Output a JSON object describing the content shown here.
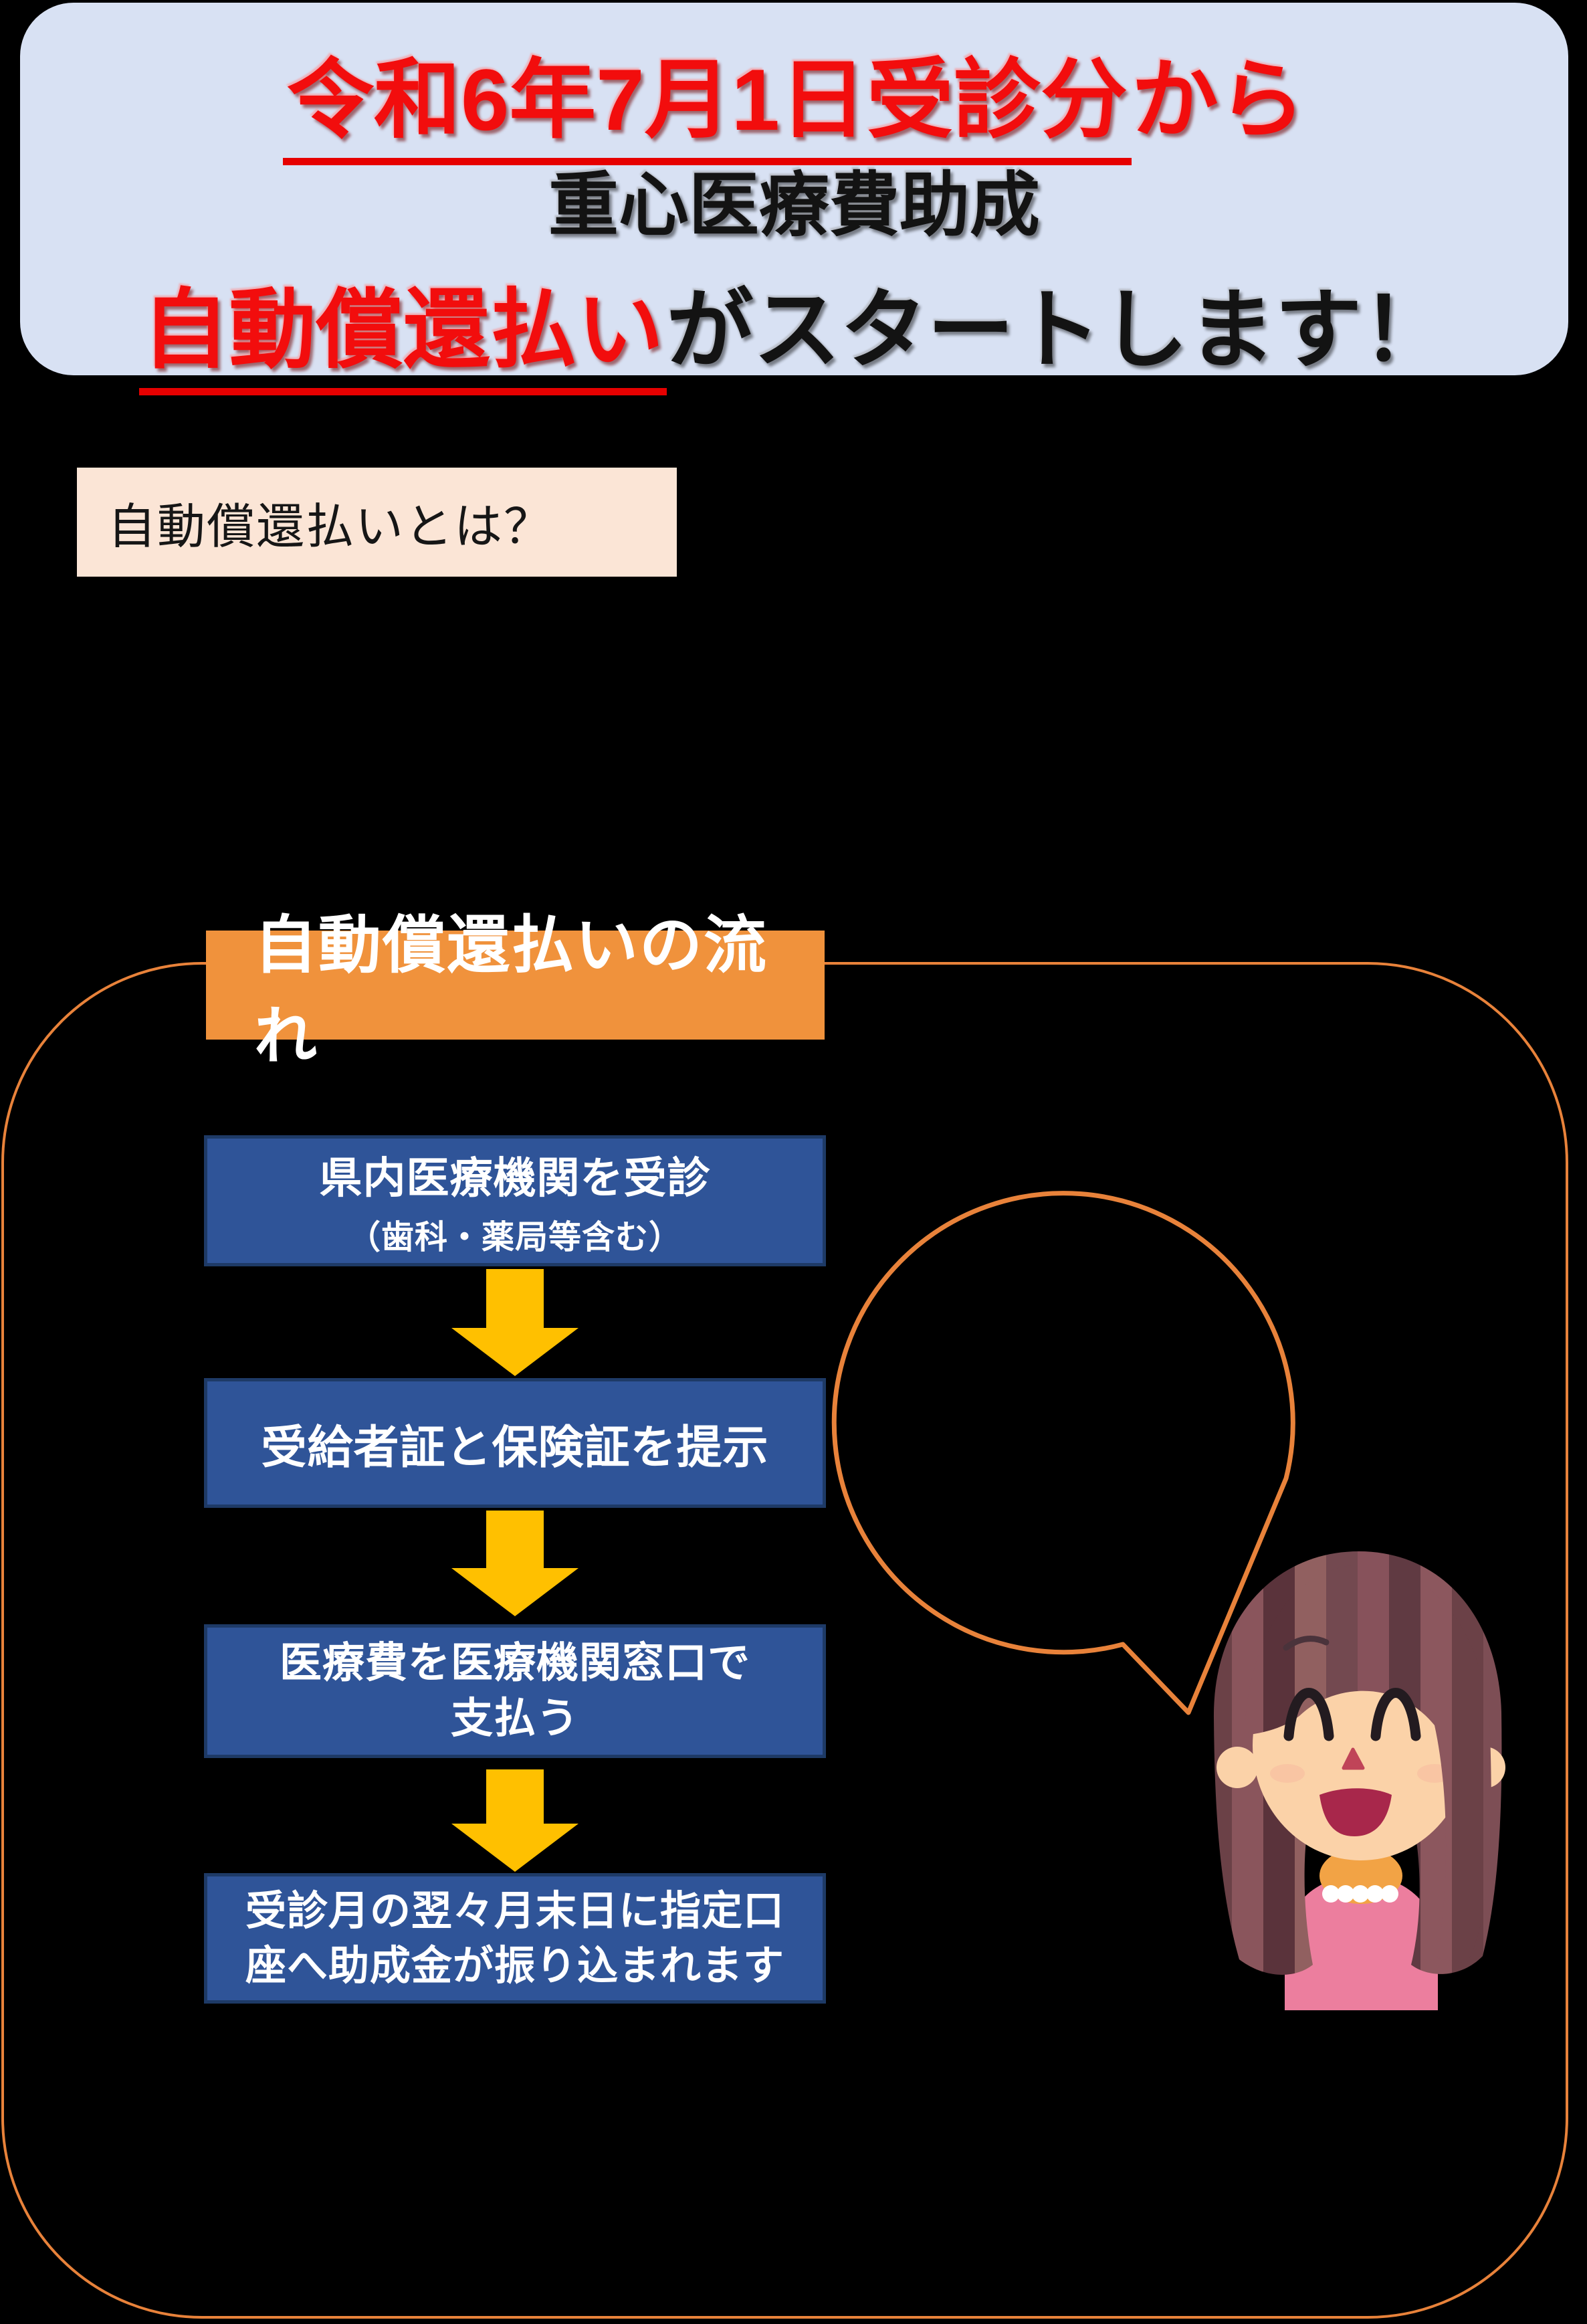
{
  "banner": {
    "line1": {
      "highlight": "令和6年7月1日受診分",
      "suffix": "から"
    },
    "line2": "重心医療費助成",
    "line3": {
      "highlight": "自動償還払い",
      "suffix": "がスタートします！"
    }
  },
  "question_box": {
    "label": "自動償還払いとは？"
  },
  "flow_section": {
    "header": "自動償還払いの流れ",
    "steps": [
      {
        "line1": "県内医療機関を受診",
        "line2": "（歯科・薬局等含む）"
      },
      {
        "line1": "受給者証と保険証を提示"
      },
      {
        "line1": "医療費を医療機関窓口で",
        "line2": "支払う"
      },
      {
        "line1": "受診月の翌々月末日に指定口",
        "line2": "座へ助成金が振り込まれます"
      }
    ]
  },
  "icons": {
    "flow_arrow": "down-arrow",
    "speech_bubble": "empty-speech-bubble",
    "illustration": "smiling-woman"
  },
  "colors": {
    "page_bg": "#000000",
    "banner_bg": "#d8e1f3",
    "title_red": "#f20d0d",
    "question_bg": "#fbe5d6",
    "accent_orange": "#e8823a",
    "header_orange": "#f0923c",
    "arrow_gold": "#ffc000",
    "step_blue": "#2f5498",
    "step_border": "#1e3a66",
    "step_text": "#ffffff"
  }
}
